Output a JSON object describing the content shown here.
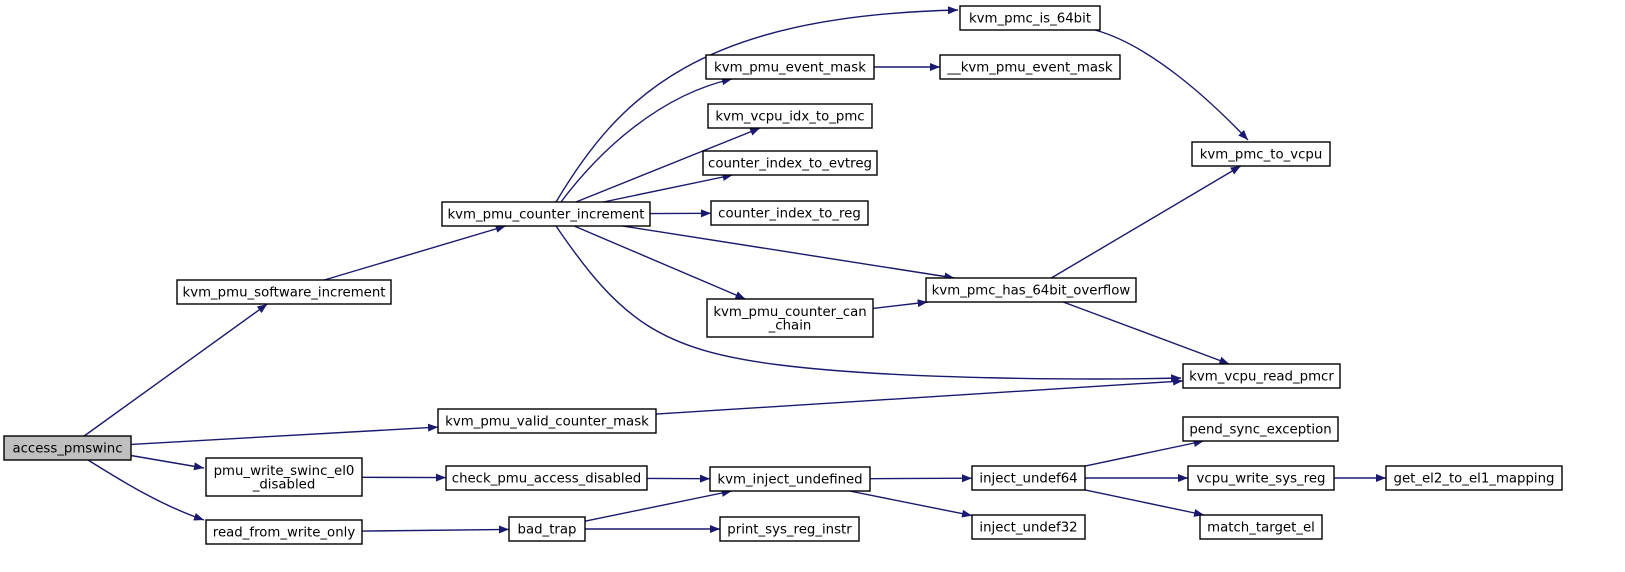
{
  "colors": {
    "root_fill": "#bfbfbf",
    "node_fill": "#ffffff",
    "edge": "#191970",
    "border": "#000000"
  },
  "nodes": [
    {
      "id": "access_pmswinc",
      "lines": [
        "access_pmswinc"
      ],
      "root": true
    },
    {
      "id": "kvm_pmu_software_increment",
      "lines": [
        "kvm_pmu_software_increment"
      ]
    },
    {
      "id": "kvm_pmu_counter_increment",
      "lines": [
        "kvm_pmu_counter_increment"
      ]
    },
    {
      "id": "kvm_pmc_is_64bit",
      "lines": [
        "kvm_pmc_is_64bit"
      ]
    },
    {
      "id": "kvm_pmu_event_mask",
      "lines": [
        "kvm_pmu_event_mask"
      ]
    },
    {
      "id": "__kvm_pmu_event_mask",
      "lines": [
        "__kvm_pmu_event_mask"
      ]
    },
    {
      "id": "kvm_vcpu_idx_to_pmc",
      "lines": [
        "kvm_vcpu_idx_to_pmc"
      ]
    },
    {
      "id": "counter_index_to_evtreg",
      "lines": [
        "counter_index_to_evtreg"
      ]
    },
    {
      "id": "counter_index_to_reg",
      "lines": [
        "counter_index_to_reg"
      ]
    },
    {
      "id": "kvm_pmc_to_vcpu",
      "lines": [
        "kvm_pmc_to_vcpu"
      ]
    },
    {
      "id": "kvm_pmc_has_64bit_overflow",
      "lines": [
        "kvm_pmc_has_64bit_overflow"
      ]
    },
    {
      "id": "kvm_pmu_counter_can_chain",
      "lines": [
        "kvm_pmu_counter_can",
        "_chain"
      ]
    },
    {
      "id": "kvm_vcpu_read_pmcr",
      "lines": [
        "kvm_vcpu_read_pmcr"
      ]
    },
    {
      "id": "kvm_pmu_valid_counter_mask",
      "lines": [
        "kvm_pmu_valid_counter_mask"
      ]
    },
    {
      "id": "pmu_write_swinc_el0_disabled",
      "lines": [
        "pmu_write_swinc_el0",
        "_disabled"
      ]
    },
    {
      "id": "check_pmu_access_disabled",
      "lines": [
        "check_pmu_access_disabled"
      ]
    },
    {
      "id": "kvm_inject_undefined",
      "lines": [
        "kvm_inject_undefined"
      ]
    },
    {
      "id": "inject_undef64",
      "lines": [
        "inject_undef64"
      ]
    },
    {
      "id": "pend_sync_exception",
      "lines": [
        "pend_sync_exception"
      ]
    },
    {
      "id": "vcpu_write_sys_reg",
      "lines": [
        "vcpu_write_sys_reg"
      ]
    },
    {
      "id": "get_el2_to_el1_mapping",
      "lines": [
        "get_el2_to_el1_mapping"
      ]
    },
    {
      "id": "match_target_el",
      "lines": [
        "match_target_el"
      ]
    },
    {
      "id": "inject_undef32",
      "lines": [
        "inject_undef32"
      ]
    },
    {
      "id": "read_from_write_only",
      "lines": [
        "read_from_write_only"
      ]
    },
    {
      "id": "bad_trap",
      "lines": [
        "bad_trap"
      ]
    },
    {
      "id": "print_sys_reg_instr",
      "lines": [
        "print_sys_reg_instr"
      ]
    }
  ],
  "edges": [
    {
      "from": "access_pmswinc",
      "to": "kvm_pmu_software_increment"
    },
    {
      "from": "access_pmswinc",
      "to": "kvm_pmu_valid_counter_mask"
    },
    {
      "from": "access_pmswinc",
      "to": "pmu_write_swinc_el0_disabled"
    },
    {
      "from": "access_pmswinc",
      "to": "read_from_write_only"
    },
    {
      "from": "kvm_pmu_software_increment",
      "to": "kvm_pmu_counter_increment"
    },
    {
      "from": "kvm_pmu_counter_increment",
      "to": "kvm_pmc_is_64bit"
    },
    {
      "from": "kvm_pmu_counter_increment",
      "to": "kvm_pmu_event_mask"
    },
    {
      "from": "kvm_pmu_counter_increment",
      "to": "kvm_vcpu_idx_to_pmc"
    },
    {
      "from": "kvm_pmu_counter_increment",
      "to": "counter_index_to_evtreg"
    },
    {
      "from": "kvm_pmu_counter_increment",
      "to": "counter_index_to_reg"
    },
    {
      "from": "kvm_pmu_counter_increment",
      "to": "kvm_pmc_has_64bit_overflow"
    },
    {
      "from": "kvm_pmu_counter_increment",
      "to": "kvm_pmu_counter_can_chain"
    },
    {
      "from": "kvm_pmu_counter_increment",
      "to": "kvm_vcpu_read_pmcr"
    },
    {
      "from": "kvm_pmc_is_64bit",
      "to": "kvm_pmc_to_vcpu"
    },
    {
      "from": "kvm_pmu_event_mask",
      "to": "__kvm_pmu_event_mask"
    },
    {
      "from": "kvm_pmc_has_64bit_overflow",
      "to": "kvm_pmc_to_vcpu"
    },
    {
      "from": "kvm_pmc_has_64bit_overflow",
      "to": "kvm_vcpu_read_pmcr"
    },
    {
      "from": "kvm_pmu_counter_can_chain",
      "to": "kvm_pmc_has_64bit_overflow"
    },
    {
      "from": "kvm_pmu_valid_counter_mask",
      "to": "kvm_vcpu_read_pmcr"
    },
    {
      "from": "pmu_write_swinc_el0_disabled",
      "to": "check_pmu_access_disabled"
    },
    {
      "from": "check_pmu_access_disabled",
      "to": "kvm_inject_undefined"
    },
    {
      "from": "kvm_inject_undefined",
      "to": "inject_undef64"
    },
    {
      "from": "kvm_inject_undefined",
      "to": "inject_undef32"
    },
    {
      "from": "inject_undef64",
      "to": "pend_sync_exception"
    },
    {
      "from": "inject_undef64",
      "to": "vcpu_write_sys_reg"
    },
    {
      "from": "inject_undef64",
      "to": "match_target_el"
    },
    {
      "from": "vcpu_write_sys_reg",
      "to": "get_el2_to_el1_mapping"
    },
    {
      "from": "read_from_write_only",
      "to": "bad_trap"
    },
    {
      "from": "bad_trap",
      "to": "kvm_inject_undefined"
    },
    {
      "from": "bad_trap",
      "to": "print_sys_reg_instr"
    }
  ]
}
